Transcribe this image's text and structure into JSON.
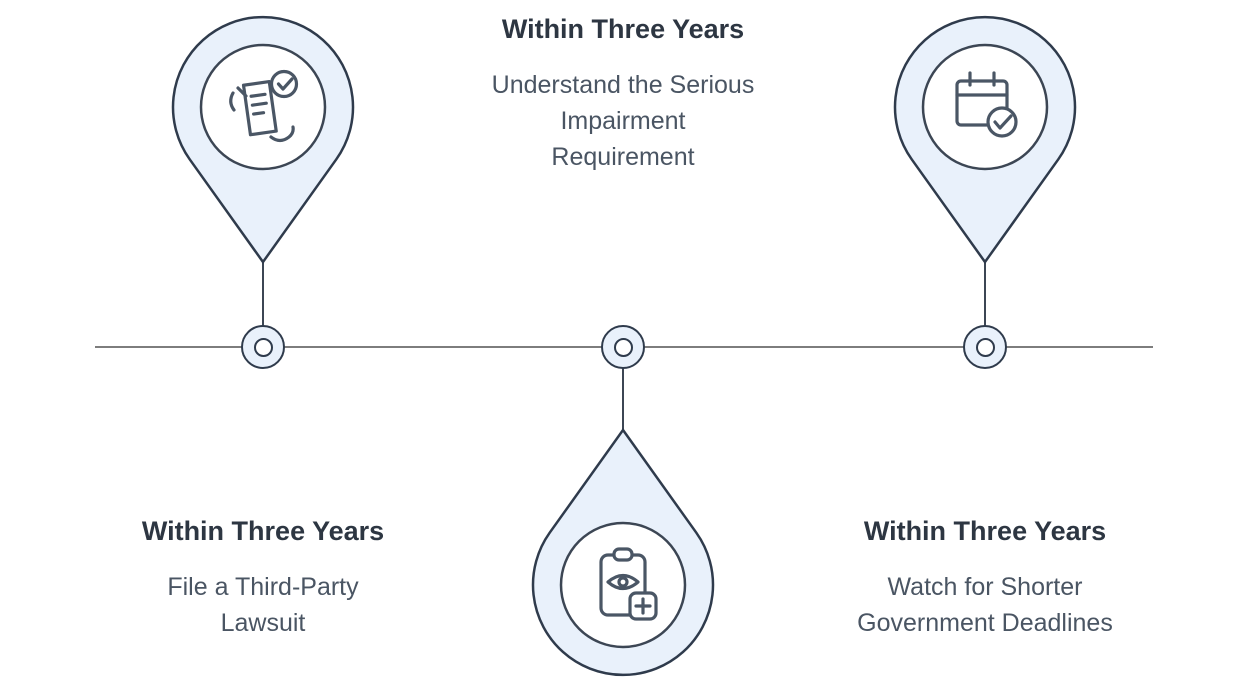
{
  "colors": {
    "pin_fill": "#e9f1fb",
    "pin_stroke": "#2f3b4c",
    "icon_stroke": "#4a5665",
    "timeline_line": "#7d7d7d",
    "heading_text": "#2d3642",
    "description_text": "#4a5563"
  },
  "timeline": {
    "milestones": [
      {
        "id": "file-third-party-lawsuit",
        "heading": "Within Three Years",
        "description": "File a Third-Party\nLawsuit",
        "icon": "hand-checklist-icon"
      },
      {
        "id": "serious-impairment-requirement",
        "heading": "Within Three Years",
        "description": "Understand the Serious\nImpairment\nRequirement",
        "icon": "clipboard-eye-medical-icon"
      },
      {
        "id": "shorter-government-deadlines",
        "heading": "Within Three Years",
        "description": "Watch for Shorter\nGovernment Deadlines",
        "icon": "calendar-check-icon"
      }
    ]
  }
}
